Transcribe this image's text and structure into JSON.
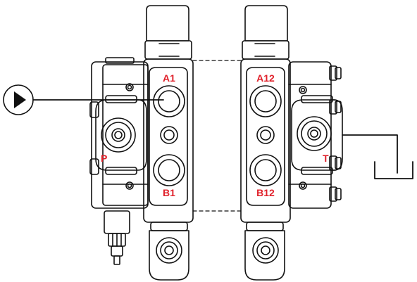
{
  "ports": {
    "p": "P",
    "t": "T",
    "a1": "A1",
    "b1": "B1",
    "a12": "A12",
    "b12": "B12"
  },
  "symbols": {
    "pump": "pump-symbol-icon",
    "tank": "tank-symbol-icon"
  },
  "colors": {
    "line": "#111111",
    "label": "#e0202a",
    "fill": "#ffffff"
  }
}
